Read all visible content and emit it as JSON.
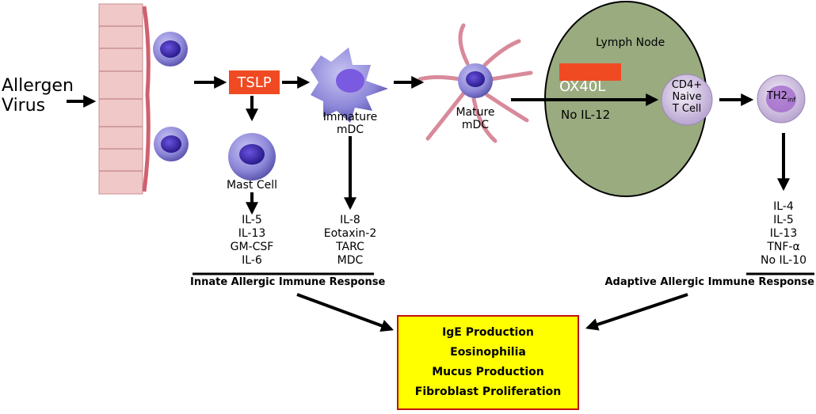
{
  "inputs": {
    "line1": "Allergen",
    "line2": "Virus"
  },
  "tslp": "TSLP",
  "cells": {
    "mast": "Mast Cell",
    "immature": [
      "Immature",
      "mDC"
    ],
    "mature": [
      "Mature",
      "mDC"
    ],
    "naive": [
      "CD4+",
      "Naive",
      "T Cell"
    ],
    "th2": {
      "main": "TH2",
      "sub": "inf"
    }
  },
  "lymph_node": {
    "title": "Lymph Node",
    "ox40l": "OX40L",
    "no_il12": "No IL-12"
  },
  "cytokines": {
    "mast": [
      "IL-5",
      "IL-13",
      "GM-CSF",
      "IL-6"
    ],
    "mdc": [
      "IL-8",
      "Eotaxin-2",
      "TARC",
      "MDC"
    ],
    "th2": [
      "IL-4",
      "IL-5",
      "IL-13",
      "TNF-α",
      "No IL-10"
    ]
  },
  "responses": {
    "innate": "Innate Allergic Immune Response",
    "adaptive": "Adaptive Allergic Immune Response"
  },
  "outcomes": [
    "IgE Production",
    "Eosinophilia",
    "Mucus Production",
    "Fibroblast Proliferation"
  ],
  "colors": {
    "tslp": "#f04a22",
    "lymph_node": "#9aab80",
    "outcome_box": "#ffff00",
    "outcome_border": "#c01010",
    "cell": "#8c86d8"
  }
}
